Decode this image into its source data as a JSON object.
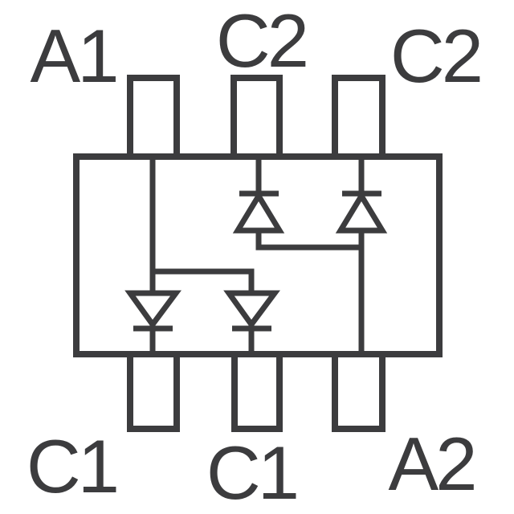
{
  "diagram": {
    "kind": "diode-array-package-pinout-schematic",
    "background_color": "#ffffff",
    "line_color": "#3c3c3e",
    "pin_labels": {
      "top_left": "A1",
      "top_middle": "C2",
      "top_right": "C2",
      "bottom_left": "C1",
      "bottom_middle": "C1",
      "bottom_right": "A2"
    },
    "pins": [
      {
        "position": "top-left",
        "label": "A1"
      },
      {
        "position": "top-middle",
        "label": "C2"
      },
      {
        "position": "top-right",
        "label": "C2"
      },
      {
        "position": "bottom-left",
        "label": "C1"
      },
      {
        "position": "bottom-middle",
        "label": "C1"
      },
      {
        "position": "bottom-right",
        "label": "A2"
      }
    ],
    "diodes": [
      {
        "id": "top-middle-diode",
        "symbol": "diode-icon",
        "orientation": "cathode-up",
        "anode_net": "A2",
        "cathode_net": "C2"
      },
      {
        "id": "top-right-diode",
        "symbol": "diode-icon",
        "orientation": "cathode-up",
        "anode_net": "A2",
        "cathode_net": "C2"
      },
      {
        "id": "bottom-left-diode",
        "symbol": "diode-icon",
        "orientation": "cathode-down",
        "anode_net": "A1",
        "cathode_net": "C1"
      },
      {
        "id": "bottom-middle-diode",
        "symbol": "diode-icon",
        "orientation": "cathode-down",
        "anode_net": "A1",
        "cathode_net": "C1"
      }
    ]
  }
}
